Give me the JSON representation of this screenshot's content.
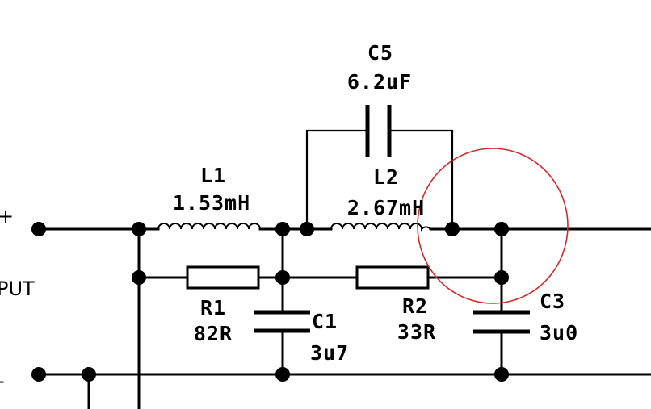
{
  "input": {
    "plus_label": "+",
    "input_label": "PUT",
    "minus_label": "-"
  },
  "components": {
    "C5": {
      "ref": "C5",
      "value": "6.2uF"
    },
    "L1": {
      "ref": "L1",
      "value": "1.53mH"
    },
    "L2": {
      "ref": "L2",
      "value": "2.67mH"
    },
    "R1": {
      "ref": "R1",
      "value": "82R"
    },
    "C1": {
      "ref": "C1",
      "value": "3u7"
    },
    "R2": {
      "ref": "R2",
      "value": "33R"
    },
    "C3": {
      "ref": "C3",
      "value": "3u0"
    }
  },
  "colors": {
    "wire": "#000000",
    "highlight_circle": "#d42a2a"
  }
}
